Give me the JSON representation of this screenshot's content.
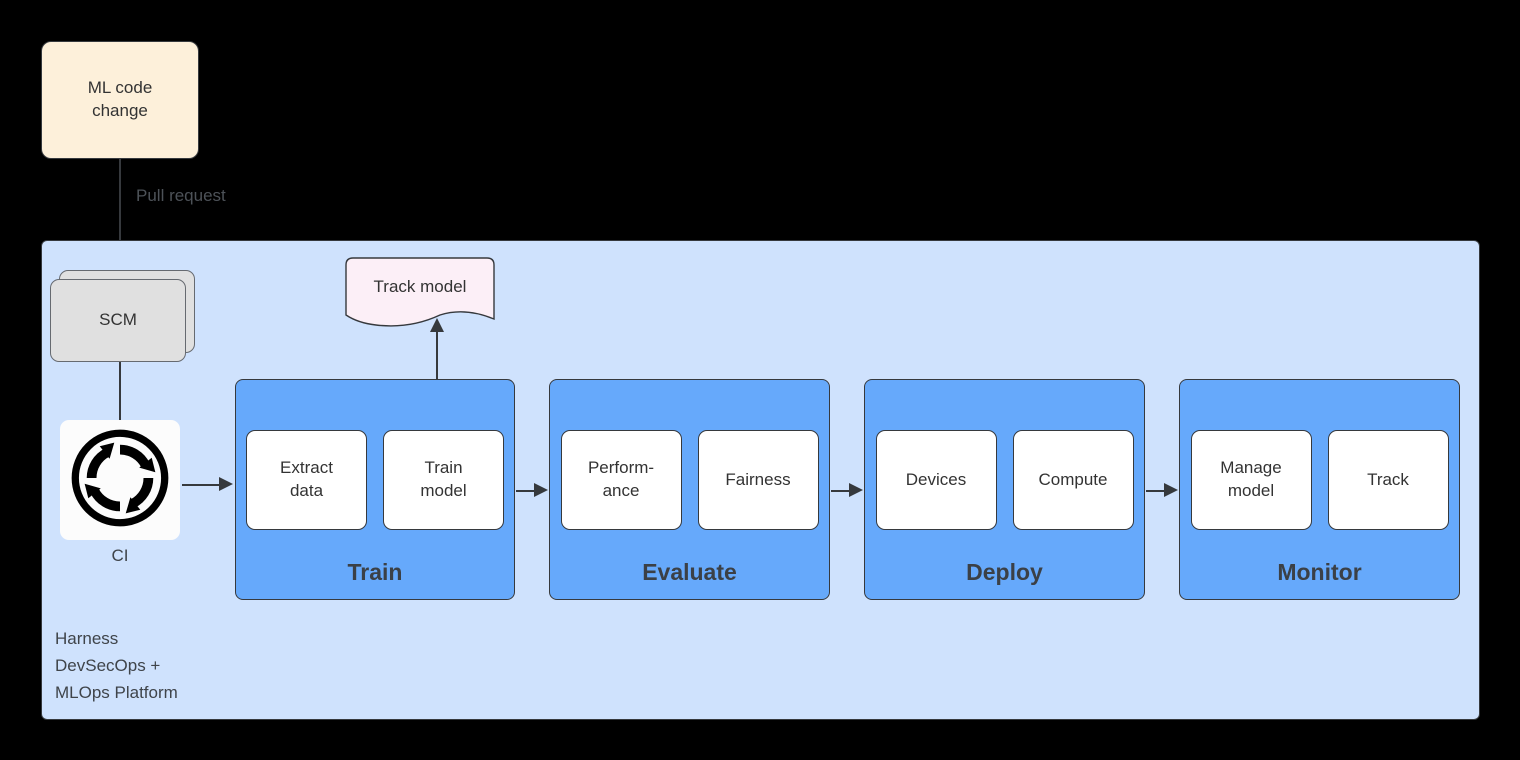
{
  "diagram": {
    "title": "Harness DevSecOps + MLOps Platform",
    "colors": {
      "background": "#000000",
      "platform_fill": "#CFE2FD",
      "stage_fill": "#66A9FB",
      "subbox_fill": "#FFFFFF",
      "code_change_fill": "#FDF0DA",
      "scm_fill": "#E0E0E0",
      "callout_fill": "#FCEFF7",
      "stroke": "#36393D",
      "text": "#333333"
    }
  },
  "nodes": {
    "ml_code_change": {
      "label": "ML code\nchange"
    },
    "scm": {
      "label": "SCM"
    },
    "ci": {
      "label": "CI",
      "icon": "continuous-integration-icon"
    },
    "track_model": {
      "label": "Track model"
    }
  },
  "edges": {
    "pull_request": {
      "label": "Pull request"
    },
    "scm_to_ci": {
      "label": ""
    },
    "ci_to_train": {
      "label": ""
    },
    "train_to_track_model": {
      "label": ""
    },
    "train_to_evaluate": {
      "label": ""
    },
    "evaluate_to_deploy": {
      "label": ""
    },
    "deploy_to_monitor": {
      "label": ""
    }
  },
  "platform": {
    "label": "Harness\nDevSecOps +\nMLOps Platform",
    "stages": [
      {
        "title": "Train",
        "items": [
          {
            "label": "Extract\ndata"
          },
          {
            "label": "Train\nmodel"
          }
        ]
      },
      {
        "title": "Evaluate",
        "items": [
          {
            "label": "Perform-\nance"
          },
          {
            "label": "Fairness"
          }
        ]
      },
      {
        "title": "Deploy",
        "items": [
          {
            "label": "Devices"
          },
          {
            "label": "Compute"
          }
        ]
      },
      {
        "title": "Monitor",
        "items": [
          {
            "label": "Manage\nmodel"
          },
          {
            "label": "Track"
          }
        ]
      }
    ]
  }
}
